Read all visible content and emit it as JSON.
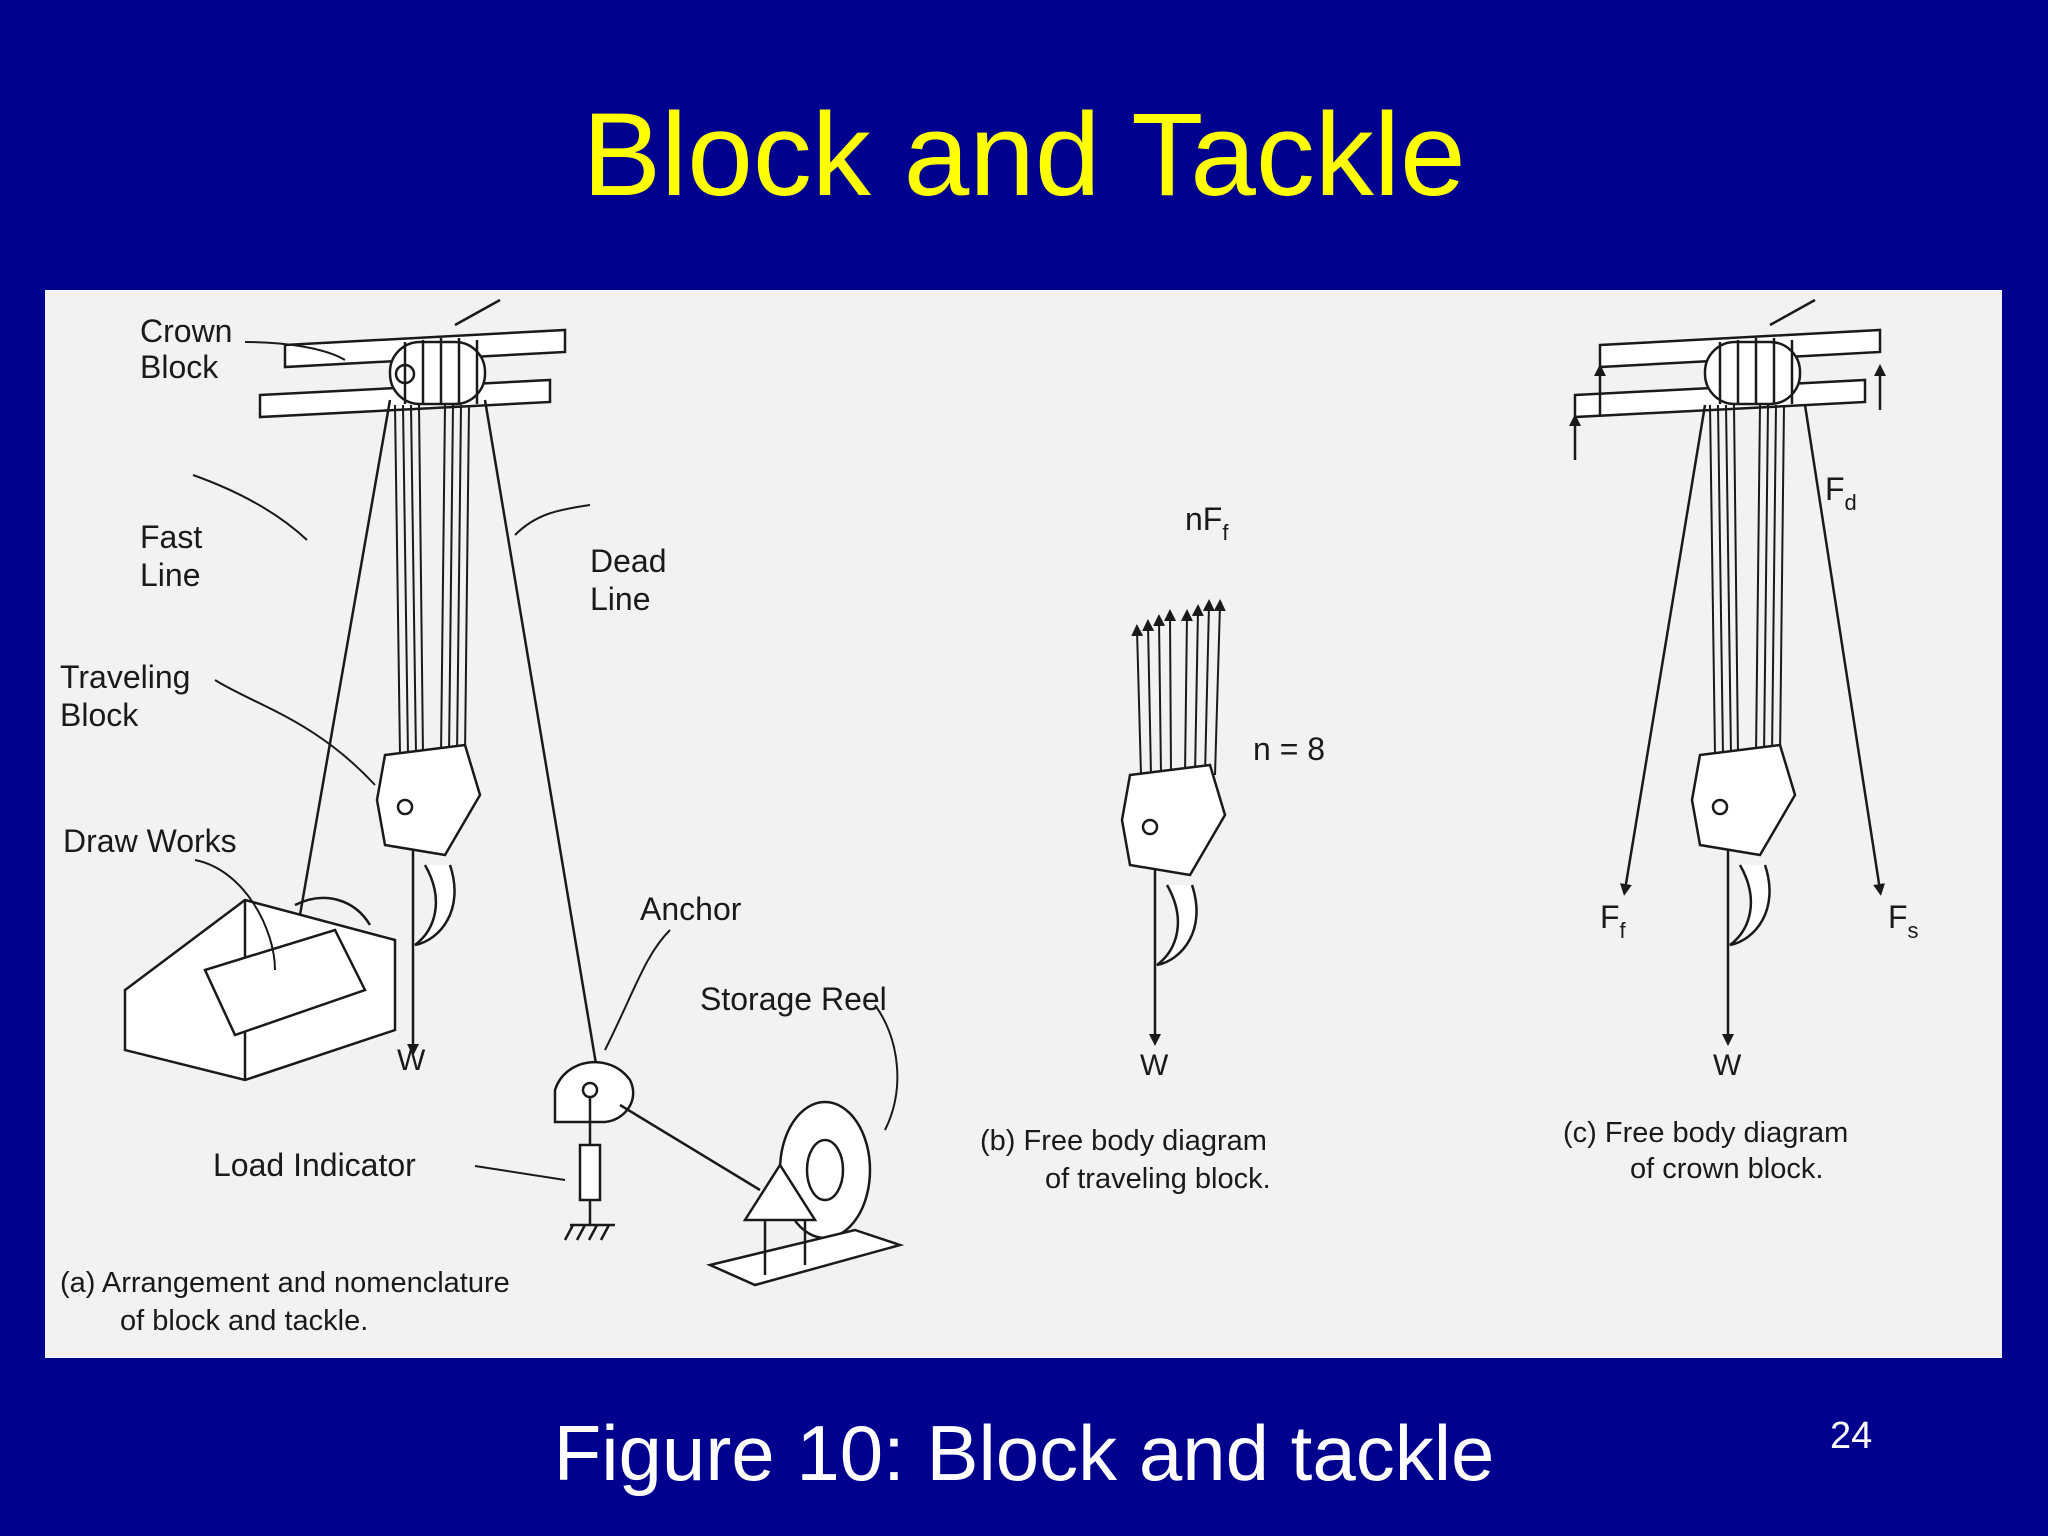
{
  "slide": {
    "title": "Block and Tackle",
    "caption": "Figure 10: Block and tackle",
    "page_number": "24"
  },
  "colors": {
    "background": "#00008f",
    "title": "#ffff00",
    "caption": "#ffffff",
    "figure_background": "#f2f2f2"
  },
  "figure": {
    "panel_a": {
      "crown_block_1": "Crown",
      "crown_block_2": "Block",
      "fast_line_1": "Fast",
      "fast_line_2": "Line",
      "dead_line_1": "Dead",
      "dead_line_2": "Line",
      "traveling_block_1": "Traveling",
      "traveling_block_2": "Block",
      "draw_works": "Draw Works",
      "anchor": "Anchor",
      "storage_reel": "Storage Reel",
      "load_indicator": "Load Indicator",
      "weight": "W",
      "caption_1": "(a) Arrangement and nomenclature",
      "caption_2": "of block and tackle."
    },
    "panel_b": {
      "force_base": "nF",
      "force_sub": "f",
      "n_label": "n = 8",
      "weight": "W",
      "caption_1": "(b) Free body diagram",
      "caption_2": "of traveling block."
    },
    "panel_c": {
      "fd_base": "F",
      "fd_sub": "d",
      "ff_base": "F",
      "ff_sub": "f",
      "fs_base": "F",
      "fs_sub": "s",
      "weight": "W",
      "caption_1": "(c) Free body diagram",
      "caption_2": "of crown block."
    }
  }
}
